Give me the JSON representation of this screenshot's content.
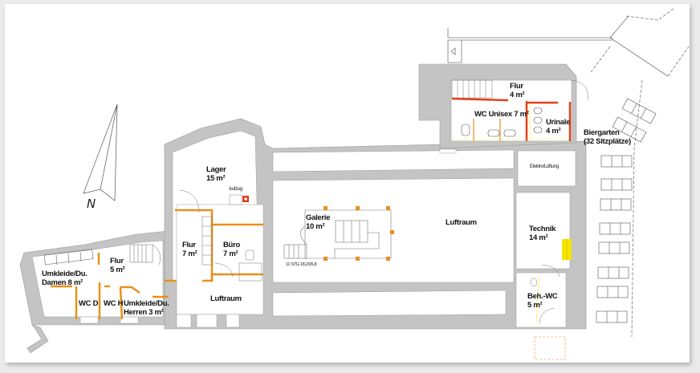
{
  "plan": {
    "north_label": "N",
    "colors": {
      "wall": "#c4c4c4",
      "wall_stroke": "#9a9a9a",
      "partition_orange": "#e8901c",
      "partition_red": "#e2401a",
      "column_orange": "#e8901c",
      "elevator_red": "#e03a1a",
      "yellow_marker": "#f5e400",
      "background": "#ffffff"
    },
    "rooms": [
      {
        "name": "Umkleide/Du.",
        "area": "Damen 8 m²"
      },
      {
        "name": "Flur",
        "area": "5 m²"
      },
      {
        "name": "WC D",
        "area": ""
      },
      {
        "name": "WC H",
        "area": ""
      },
      {
        "name": "Umkleide/Du.",
        "area": "Herren 3 m²"
      },
      {
        "name": "Flur",
        "area": "7 m²"
      },
      {
        "name": "Lager",
        "area": "15 m²"
      },
      {
        "name": "Aufzug",
        "area": ""
      },
      {
        "name": "Büro",
        "area": "7 m²"
      },
      {
        "name": "Luftraum",
        "area": ""
      },
      {
        "name": "Galerie",
        "area": "10 m²"
      },
      {
        "name": "Luftraum",
        "area": ""
      },
      {
        "name": "Flur",
        "area": "4 m²"
      },
      {
        "name": "WC Unisex 7 m²",
        "area": ""
      },
      {
        "name": "Urinale",
        "area": "4 m²"
      },
      {
        "name": "Elektro/Lüftung",
        "area": ""
      },
      {
        "name": "Technik",
        "area": "14 m²"
      },
      {
        "name": "Beh.-WC",
        "area": "5 m²"
      },
      {
        "name": "Biergarten",
        "area": "(32 Sitzplätze)"
      }
    ],
    "stair_note": "11 STG 18,2/26,8"
  }
}
